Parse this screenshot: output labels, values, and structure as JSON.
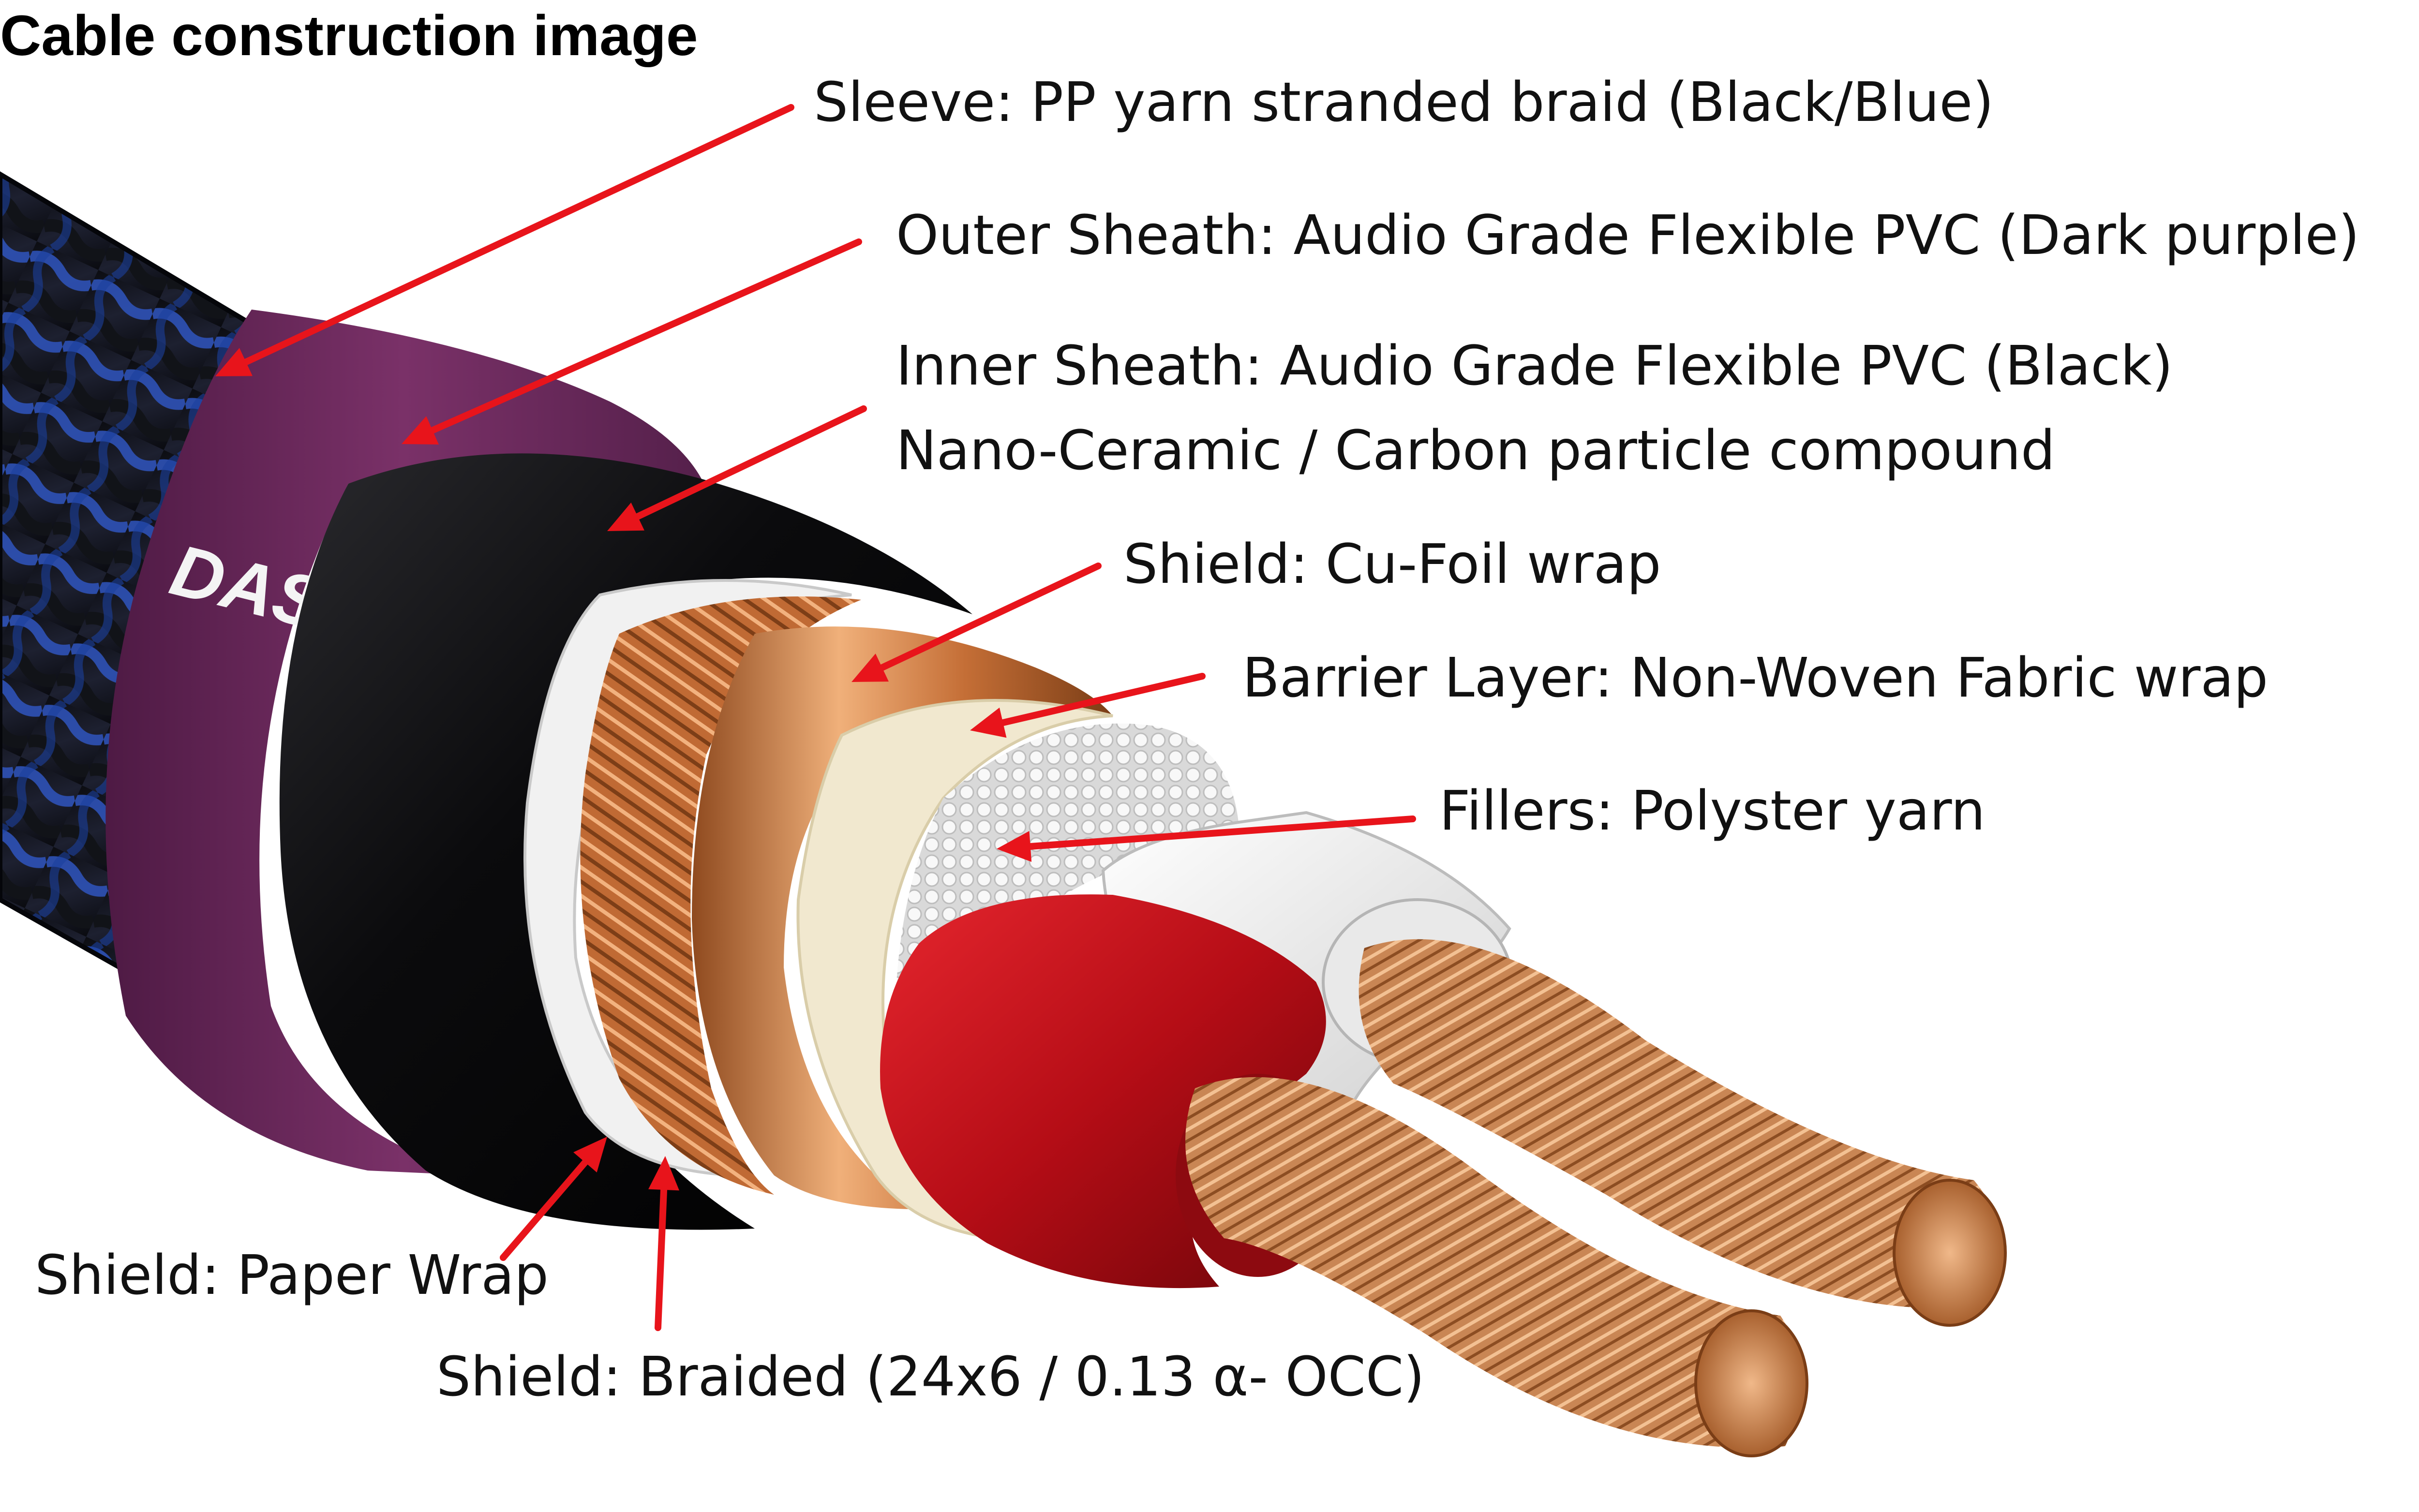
{
  "title": "Cable construction image",
  "brand_text": "DAS",
  "labels": {
    "sleeve": "Sleeve: PP yarn stranded braid (Black/Blue)",
    "outer_sheath": "Outer Sheath: Audio Grade Flexible PVC (Dark purple)",
    "inner_sheath_line1": "Inner Sheath: Audio Grade Flexible PVC (Black)",
    "inner_sheath_line2": "Nano-Ceramic / Carbon particle compound",
    "shield_cu_foil": "Shield: Cu-Foil wrap",
    "barrier_layer": "Barrier Layer: Non-Woven Fabric wrap",
    "fillers": "Fillers: Polyster yarn",
    "shield_paper": "Shield: Paper Wrap",
    "shield_braided": "Shield: Braided (24x6 / 0.13 α- OCC)"
  },
  "colors": {
    "arrow": "#e8141b",
    "sleeve_black": "#15161c",
    "sleeve_blue": "#2a4fb5",
    "outer_sheath": "#6e2a5e",
    "inner_sheath": "#0d0d0f",
    "paper": "#f2f2f2",
    "copper": "#c7743d",
    "barrier": "#f1ead3",
    "filler": "#e6e6e6",
    "red_insulation": "#c4121b",
    "white_insulation": "#f7f7f7"
  }
}
